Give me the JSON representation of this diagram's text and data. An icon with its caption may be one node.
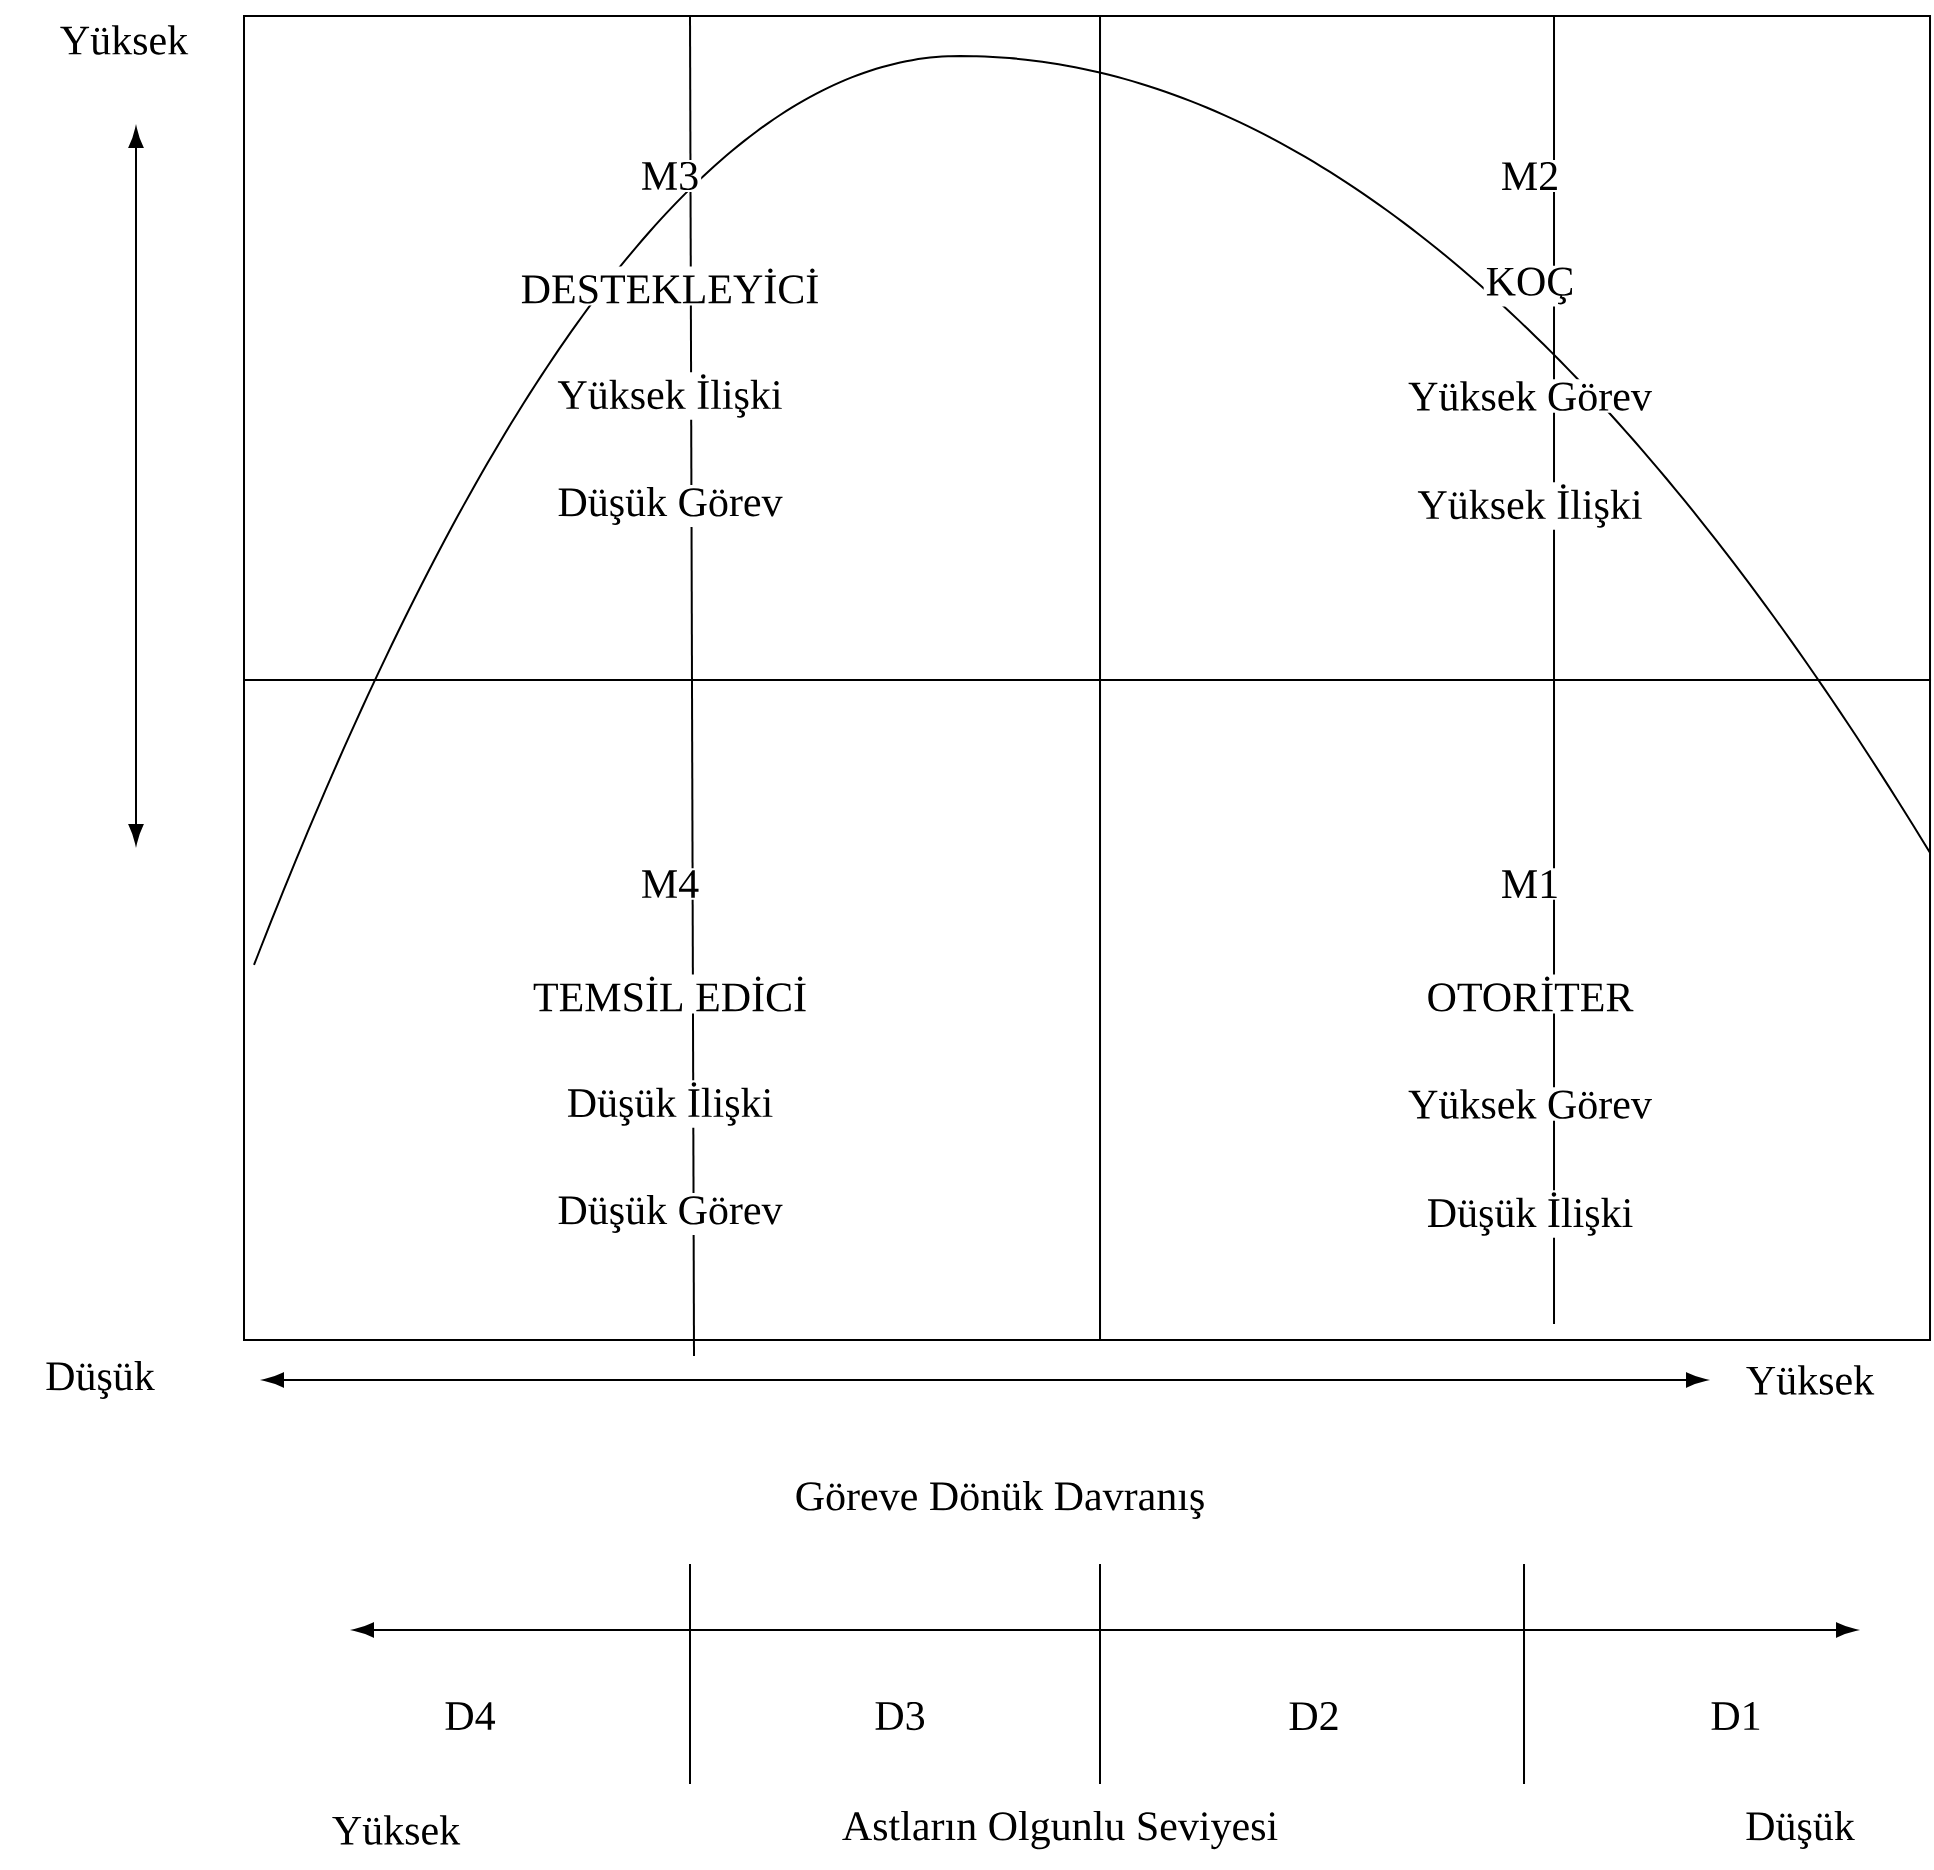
{
  "diagram": {
    "nodes": [
      {
        "text": [
          "M3",
          "DESTEKLEYİCİ",
          "Yüksek İlişki",
          "Düşük Görev"
        ]
      },
      {
        "text": [
          "M2",
          "KOÇ",
          "Yüksek Görev",
          "Yüksek İlişki"
        ]
      },
      {
        "text": [
          "M4",
          "TEMSİL EDİCİ",
          "Düşük İlişki",
          "Düşük Görev"
        ]
      },
      {
        "text": [
          "M1",
          "OTORİTER",
          "Yüksek Görev",
          "Düşük İlişki"
        ]
      }
    ],
    "labels": [
      "Yüksek",
      "Düşük",
      "Yüksek",
      "Göreve Dönük Davranış",
      "D4",
      "D3",
      "D2",
      "D1",
      "Yüksek",
      "Astların Olgunlu Seviyesi",
      "Düşük"
    ]
  }
}
